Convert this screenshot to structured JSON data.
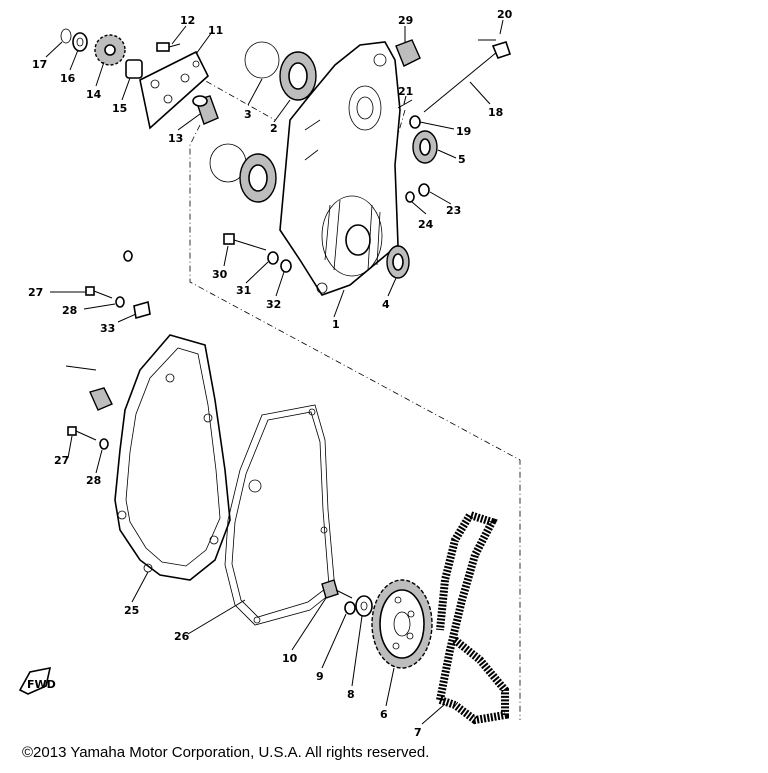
{
  "callouts": [
    "1",
    "2",
    "3",
    "4",
    "5",
    "6",
    "7",
    "8",
    "9",
    "10",
    "11",
    "12",
    "13",
    "14",
    "15",
    "16",
    "17",
    "18",
    "19",
    "20",
    "21",
    "23",
    "24",
    "25",
    "26",
    "27",
    "27",
    "28",
    "28",
    "29",
    "30",
    "31",
    "32",
    "33"
  ],
  "fwd_label": "FWD",
  "copyright": "©2013 Yamaha Motor Corporation, U.S.A. All rights reserved."
}
